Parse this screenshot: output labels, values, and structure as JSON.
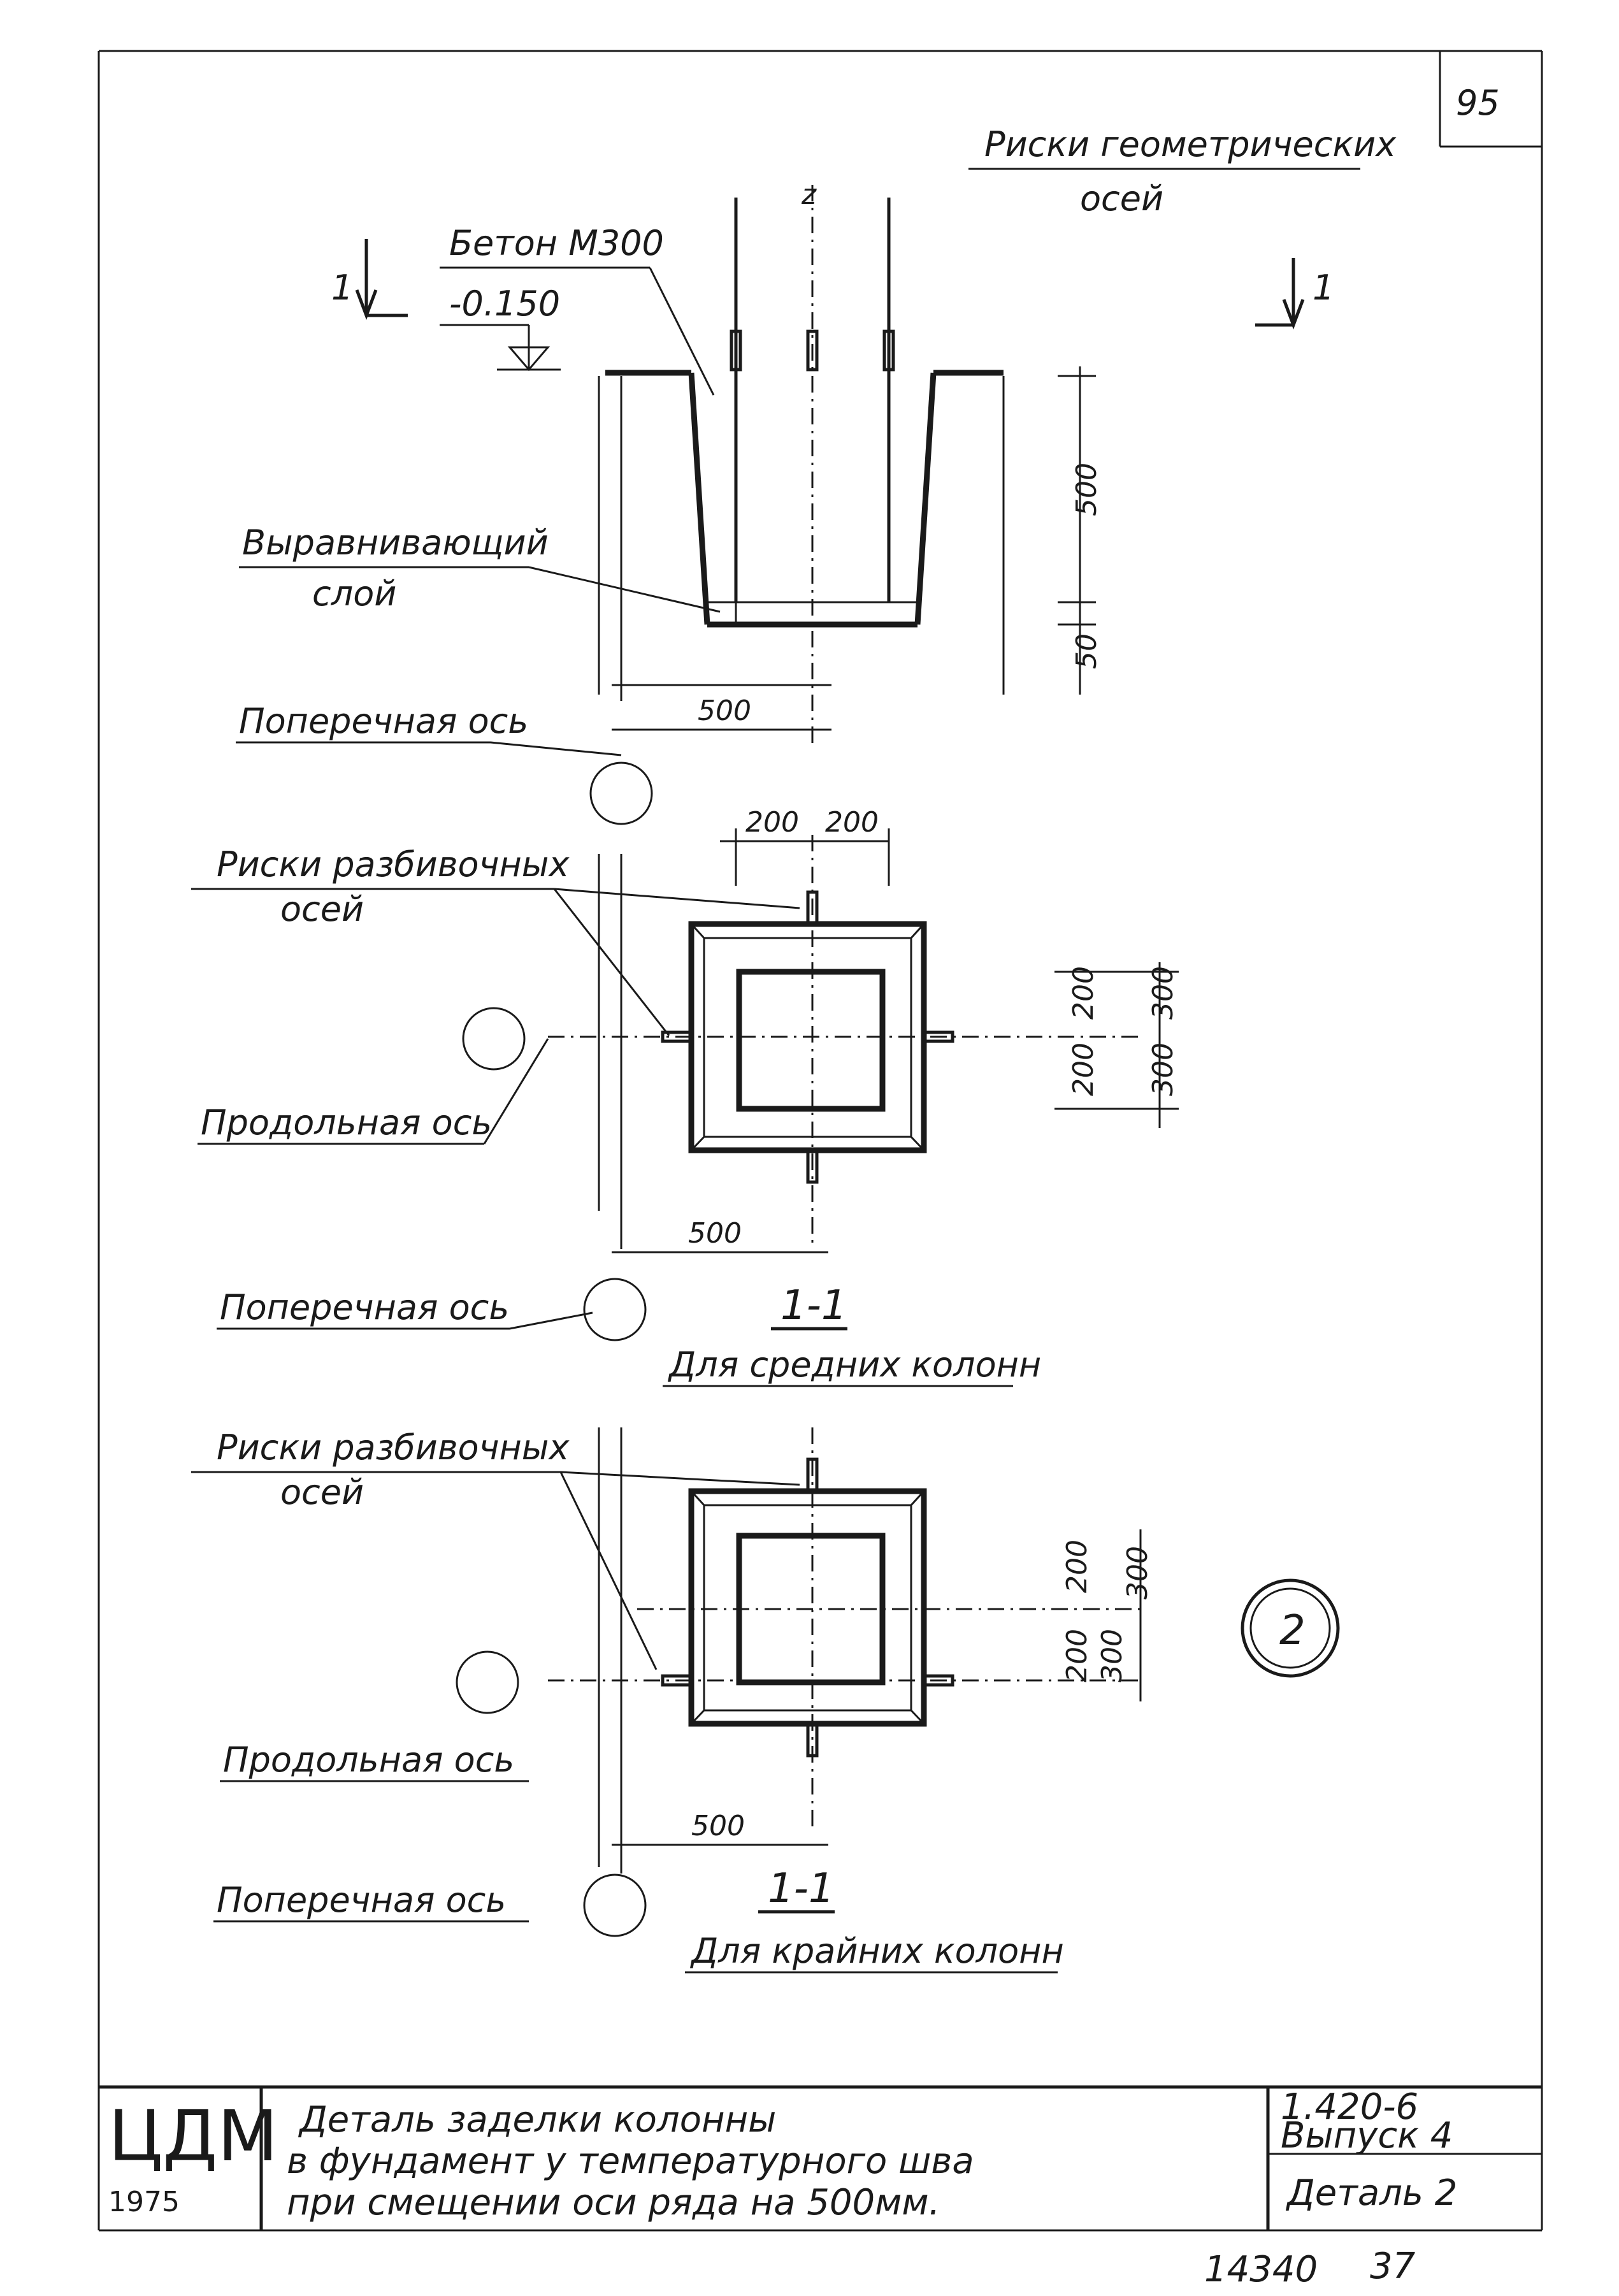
{
  "sheet": {
    "page_number": "95",
    "bottom_number": "14340",
    "bottom_number2": "37"
  },
  "section_elevation": {
    "label_geometric_marks": "Риски геометрических",
    "label_geometric_marks_2": "осей",
    "label_concrete": "Бетон М300",
    "elevation_value": "-0.150",
    "label_leveling": "Выравнивающий",
    "label_leveling_2": "слой",
    "label_transverse_axis": "Поперечная ось",
    "section_mark": "1",
    "dim_500_depth": "500",
    "dim_50": "50",
    "dim_500_offset": "500",
    "axis_z": "z"
  },
  "plan_middle": {
    "label_marking_axes": "Риски разбивочных",
    "label_marking_axes_2": "осей",
    "label_longitudinal_axis": "Продольная ось",
    "label_transverse_axis": "Поперечная ось",
    "dim_200_left": "200",
    "dim_200_right": "200",
    "dim_200_a": "200",
    "dim_200_b": "200",
    "dim_300_a": "300",
    "dim_300_b": "300",
    "dim_500": "500",
    "section_title": "1-1",
    "caption": "Для средних колонн"
  },
  "plan_edge": {
    "label_marking_axes": "Риски разбивочных",
    "label_marking_axes_2": "осей",
    "label_longitudinal_axis": "Продольная ось",
    "label_transverse_axis": "Поперечная ось",
    "dim_200_a": "200",
    "dim_200_b": "200",
    "dim_300_a": "300",
    "dim_300_b": "300",
    "dim_500": "500",
    "section_title": "1-1",
    "caption": "Для крайних колонн",
    "detail_number": "2"
  },
  "title_block": {
    "logo": "ЦДМ",
    "year": "1975",
    "title_line1": "Деталь   заделки   колонны",
    "title_line2": "в фундамент у температурного шва",
    "title_line3": "при смещении  оси ряда  на 500мм.",
    "series": "1.420-6",
    "issue": "Выпуск 4",
    "detail": "Деталь 2"
  }
}
